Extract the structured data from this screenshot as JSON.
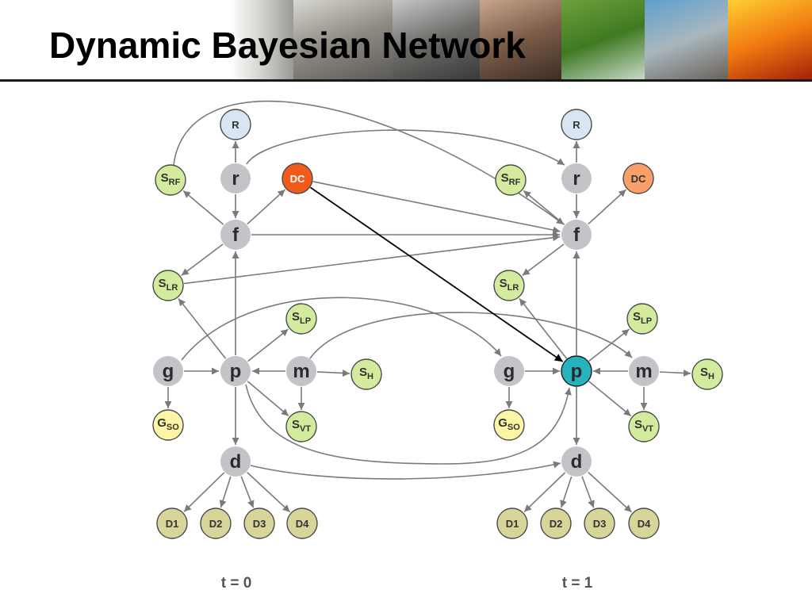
{
  "slide": {
    "title": "Dynamic Bayesian Network"
  },
  "banner": {
    "photos": [
      {
        "name": "mist-photo",
        "colors": [
          "#f4f4f2",
          "#c9c9c4",
          "#9a9a94"
        ]
      },
      {
        "name": "ash-cloud-photo",
        "colors": [
          "#d8d7d1",
          "#8d8a82",
          "#5c5a55"
        ]
      },
      {
        "name": "lava-dome-photo",
        "colors": [
          "#c7c7c7",
          "#6d6b68",
          "#3a3a39"
        ]
      },
      {
        "name": "eruption-plume-photo",
        "colors": [
          "#c9a58c",
          "#7a5b48",
          "#3d2e26"
        ]
      },
      {
        "name": "green-slope-photo",
        "colors": [
          "#6ea03c",
          "#3f7a22",
          "#c9d9c9"
        ]
      },
      {
        "name": "dead-tree-photo",
        "colors": [
          "#5f9fd0",
          "#a9b7bd",
          "#6b625b"
        ]
      },
      {
        "name": "lava-glow-photo",
        "colors": [
          "#ffcf33",
          "#f07a10",
          "#a5200a"
        ]
      }
    ]
  },
  "legend_colors": {
    "edge": "#7a7a7a",
    "highlight_edge": "#000000",
    "grey_node": "#c6c3c8",
    "observation_node": "#d2eb9c",
    "report_node": "#d7e6f2",
    "gso_node": "#fbf5a5",
    "d_node": "#d7d59a",
    "dc_active": "#f05a1a",
    "dc_next": "#f9a06a",
    "p_active": "#26b3bd"
  },
  "diagram": {
    "slices": [
      {
        "id": "t0",
        "time_label": "t = 0",
        "nodes": {
          "R": {
            "main": "R",
            "sub": ""
          },
          "r": {
            "main": "r",
            "sub": ""
          },
          "SRF": {
            "main": "S",
            "sub": "RF"
          },
          "DC": {
            "main": "DC",
            "sub": ""
          },
          "f": {
            "main": "f",
            "sub": ""
          },
          "SLR": {
            "main": "S",
            "sub": "LR"
          },
          "SLP": {
            "main": "S",
            "sub": "LP"
          },
          "g": {
            "main": "g",
            "sub": ""
          },
          "p": {
            "main": "p",
            "sub": ""
          },
          "m": {
            "main": "m",
            "sub": ""
          },
          "SH": {
            "main": "S",
            "sub": "H"
          },
          "GSO": {
            "main": "G",
            "sub": "SO"
          },
          "SVT": {
            "main": "S",
            "sub": "VT"
          },
          "d": {
            "main": "d",
            "sub": ""
          },
          "D1": {
            "main": "D1",
            "sub": ""
          },
          "D2": {
            "main": "D2",
            "sub": ""
          },
          "D3": {
            "main": "D3",
            "sub": ""
          },
          "D4": {
            "main": "D4",
            "sub": ""
          }
        }
      },
      {
        "id": "t1",
        "time_label": "t = 1",
        "nodes": {
          "R": {
            "main": "R",
            "sub": ""
          },
          "r": {
            "main": "r",
            "sub": ""
          },
          "SRF": {
            "main": "S",
            "sub": "RF"
          },
          "DC": {
            "main": "DC",
            "sub": ""
          },
          "f": {
            "main": "f",
            "sub": ""
          },
          "SLR": {
            "main": "S",
            "sub": "LR"
          },
          "SLP": {
            "main": "S",
            "sub": "LP"
          },
          "g": {
            "main": "g",
            "sub": ""
          },
          "p": {
            "main": "p",
            "sub": ""
          },
          "m": {
            "main": "m",
            "sub": ""
          },
          "SH": {
            "main": "S",
            "sub": "H"
          },
          "GSO": {
            "main": "G",
            "sub": "SO"
          },
          "SVT": {
            "main": "S",
            "sub": "VT"
          },
          "d": {
            "main": "d",
            "sub": ""
          },
          "D1": {
            "main": "D1",
            "sub": ""
          },
          "D2": {
            "main": "D2",
            "sub": ""
          },
          "D3": {
            "main": "D3",
            "sub": ""
          },
          "D4": {
            "main": "D4",
            "sub": ""
          }
        }
      }
    ]
  }
}
